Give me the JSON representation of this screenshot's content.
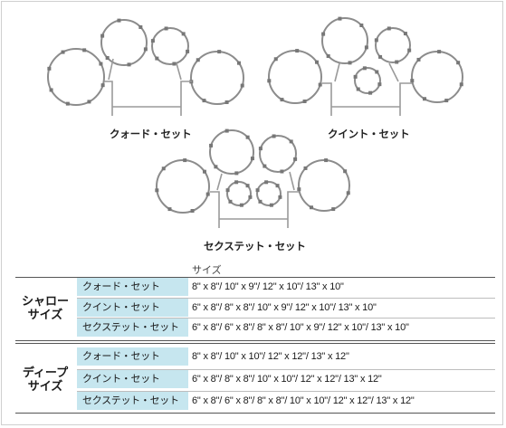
{
  "diagram_labels": {
    "quad": "クォード・セット",
    "quint": "クイント・セット",
    "sext": "セクステット・セット"
  },
  "table": {
    "size_header": "サイズ",
    "groups": [
      {
        "label_lines": [
          "シャロー",
          "サイズ"
        ],
        "rows": [
          {
            "name": "クォード・セット",
            "sizes": "8\" x 8\"/ 10\" x 9\"/ 12\" x 10\"/ 13\" x 10\""
          },
          {
            "name": "クイント・セット",
            "sizes": "6\" x 8\"/ 8\" x 8\"/ 10\" x 9\"/ 12\" x 10\"/ 13\" x 10\""
          },
          {
            "name": "セクステット・セット",
            "sizes": "6\" x 8\"/ 6\" x 8\"/ 8\" x 8\"/ 10\" x 9\"/ 12\" x 10\"/ 13\" x 10\""
          }
        ]
      },
      {
        "label_lines": [
          "ディープ",
          "サイズ"
        ],
        "rows": [
          {
            "name": "クォード・セット",
            "sizes": "8\" x 8\"/ 10\" x 10\"/ 12\" x 12\"/ 13\" x 12\""
          },
          {
            "name": "クイント・セット",
            "sizes": "6\" x 8\"/ 8\" x 8\"/ 10\" x 10\"/ 12\" x 12\"/ 13\" x 12\""
          },
          {
            "name": "セクステット・セット",
            "sizes": "6\" x 8\"/ 6\" x 8\"/ 8\" x 8\"/ 10\" x 10\"/ 12\" x 12\"/ 13\" x 12\""
          }
        ]
      }
    ]
  },
  "colors": {
    "row_label_bg": "#c6e6ef",
    "drum_stroke": "#8c8c8c"
  }
}
